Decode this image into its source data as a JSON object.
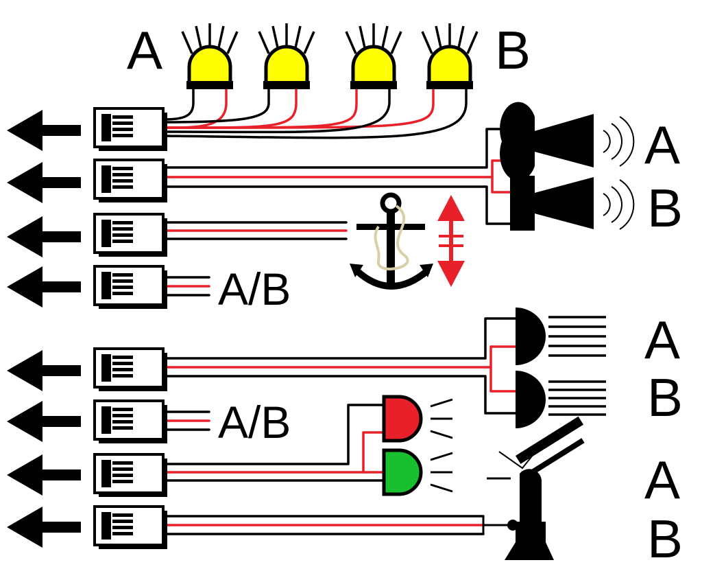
{
  "labels": {
    "strobe_left": "A",
    "strobe_right": "B",
    "horn_a": "A",
    "horn_b": "B",
    "connector_ab_1": "A/B",
    "connector_ab_2": "A/B",
    "bell_a": "A",
    "bell_b": "B",
    "turret_a": "A",
    "turret_b": "B"
  },
  "colors": {
    "wire_black": "#000000",
    "wire_red": "#e8202a",
    "strobe_yellow": "#ffff00",
    "light_red": "#e8202a",
    "light_green": "#18c030",
    "rope_beige": "#d8d0a8"
  },
  "icons": {
    "arrow": "arrow-left-icon",
    "connector": "connector-plug-icon",
    "strobe": "beacon-light-icon",
    "horn": "horn-speaker-icon",
    "anchor": "anchor-icon",
    "updown": "up-down-arrow-icon",
    "bell": "bell-icon",
    "nav_light": "nav-light-icon",
    "turret": "cannon-turret-icon"
  }
}
